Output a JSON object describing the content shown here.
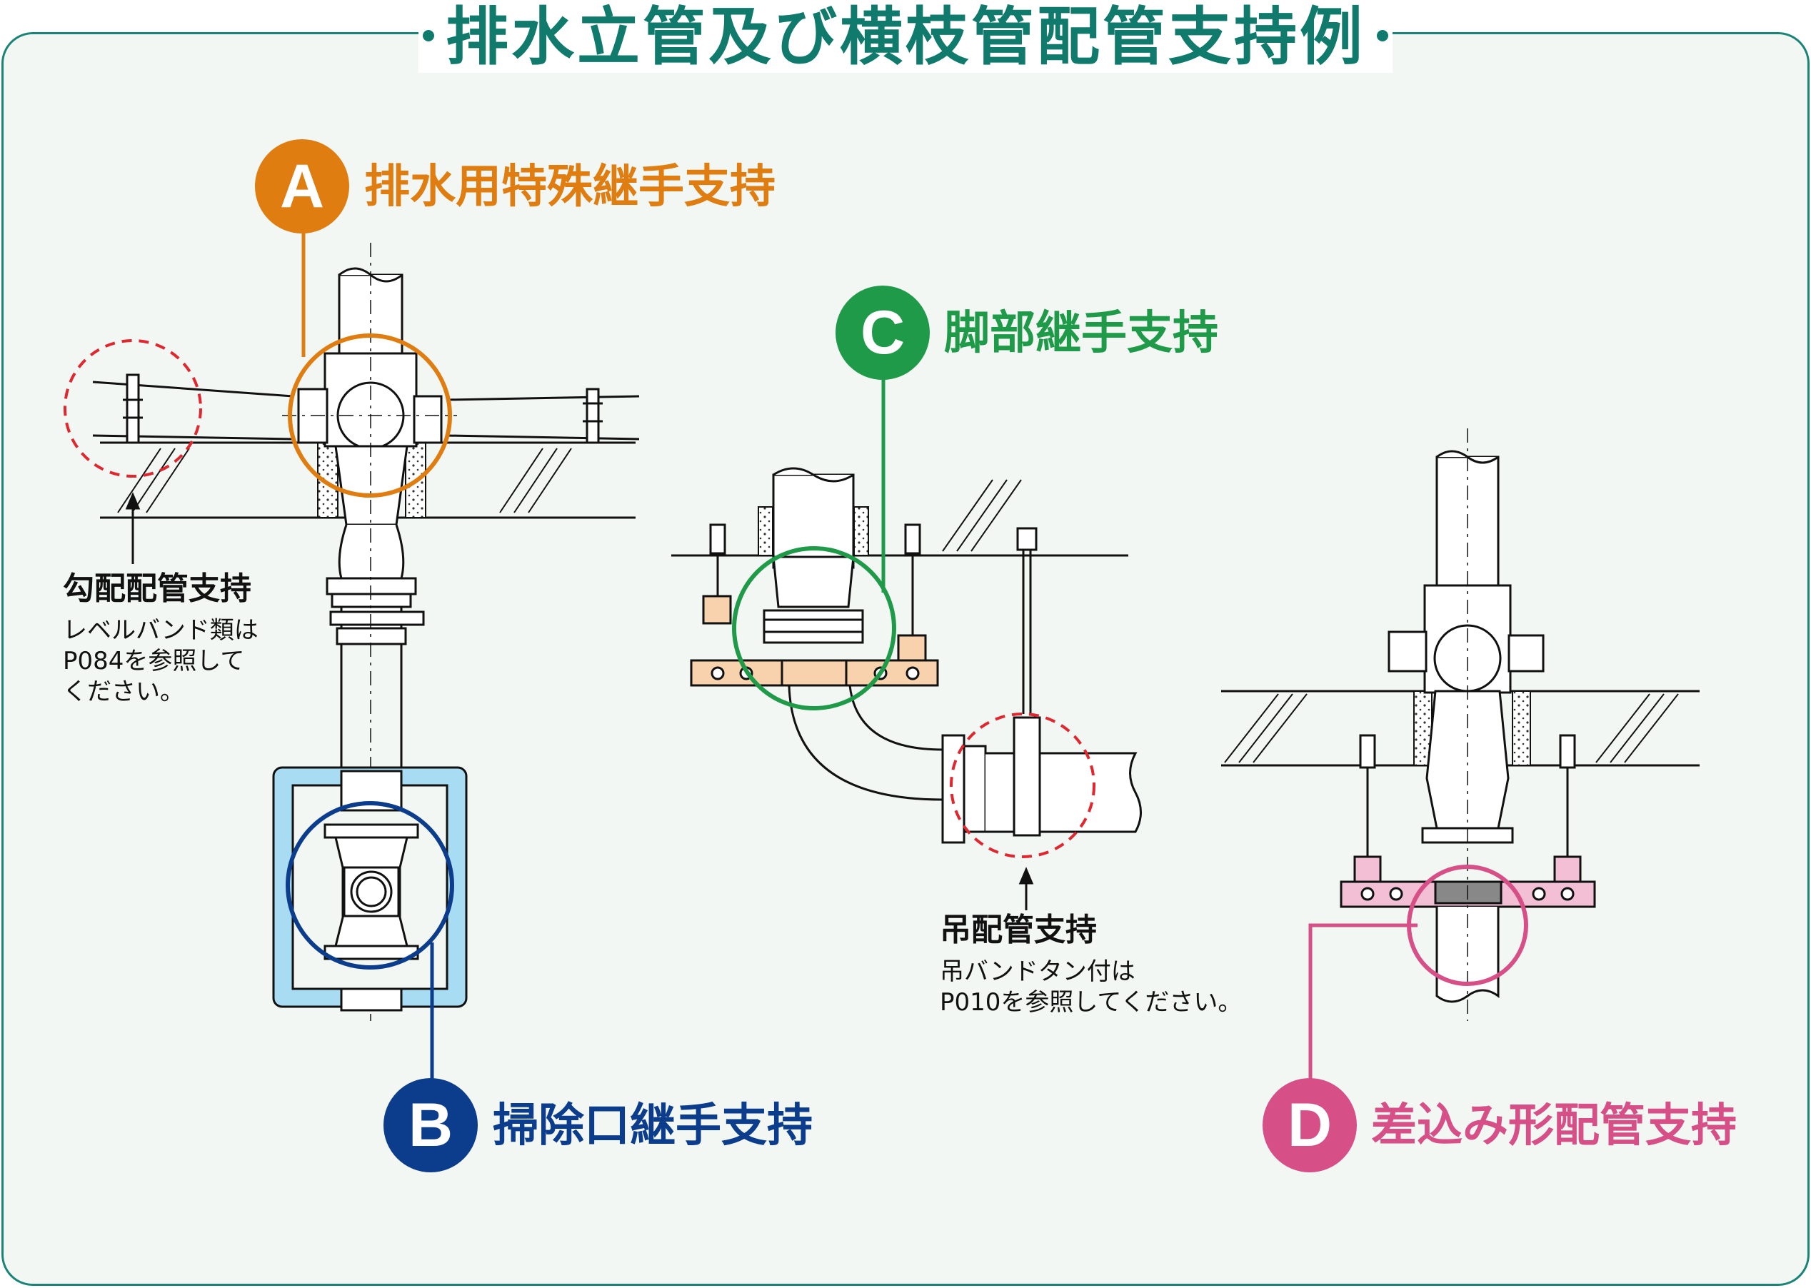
{
  "title": "排水立管及び横枝管配管支持例",
  "sections": {
    "a": {
      "badge": "A",
      "label": "排水用特殊継手支持",
      "color": "#e07d10"
    },
    "b": {
      "badge": "B",
      "label": "掃除口継手支持",
      "color": "#0b3d8c"
    },
    "c": {
      "badge": "C",
      "label": "脚部継手支持",
      "color": "#1f9a48"
    },
    "d": {
      "badge": "D",
      "label": "差込み形配管支持",
      "color": "#d64f86"
    }
  },
  "callouts": {
    "slope": {
      "title": "勾配配管支持",
      "note": [
        "レベルバンド類は",
        "P084を参照して",
        "ください。"
      ]
    },
    "hanger": {
      "title": "吊配管支持",
      "note": [
        "吊バンドタン付は",
        "P010を参照してください。"
      ]
    }
  },
  "colors": {
    "frame": "#1a8576",
    "dashed_circle": "#e0262e",
    "leg_bracket": "#f7d2ad",
    "socket_bracket": "#f3bfd4",
    "access_box": "#a8dcf3"
  }
}
